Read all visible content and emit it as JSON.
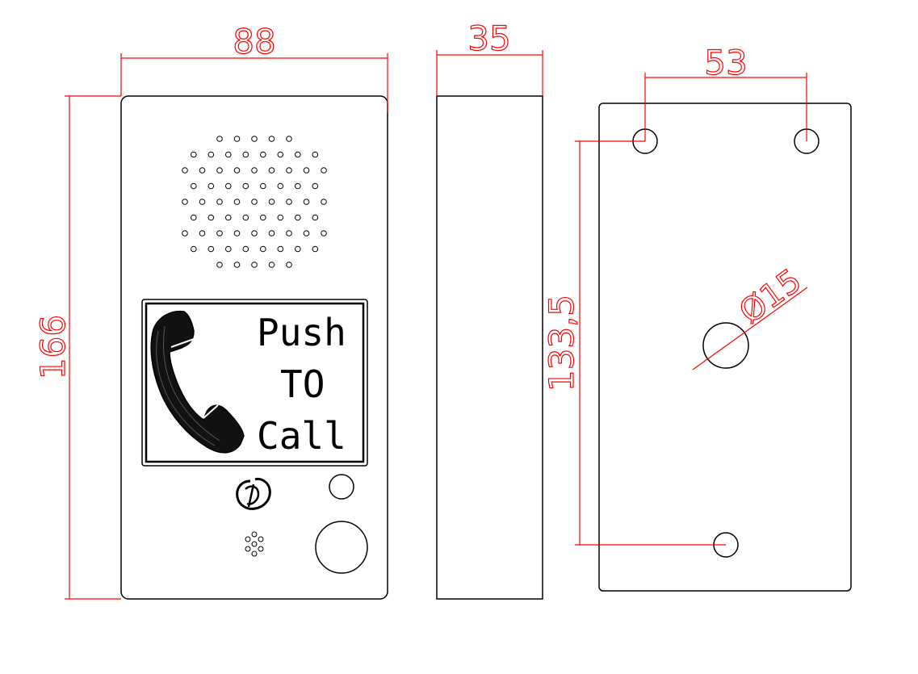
{
  "colors": {
    "outline": "#000000",
    "dimension": "#ff0000",
    "background": "#ffffff"
  },
  "dimensions": {
    "front_width": "88",
    "front_height": "166",
    "side_depth": "35",
    "hole_spacing_horizontal": "53",
    "hole_spacing_vertical": "133,5",
    "center_hole_diameter": "Ø15"
  },
  "panel": {
    "line1": "Push",
    "line2": "TO",
    "line3": "Call"
  },
  "icons": {
    "handset": "telephone-handset-icon",
    "logo": "gd-logo-icon",
    "speaker": "speaker-grille-icon",
    "microphone": "microphone-holes-icon"
  }
}
